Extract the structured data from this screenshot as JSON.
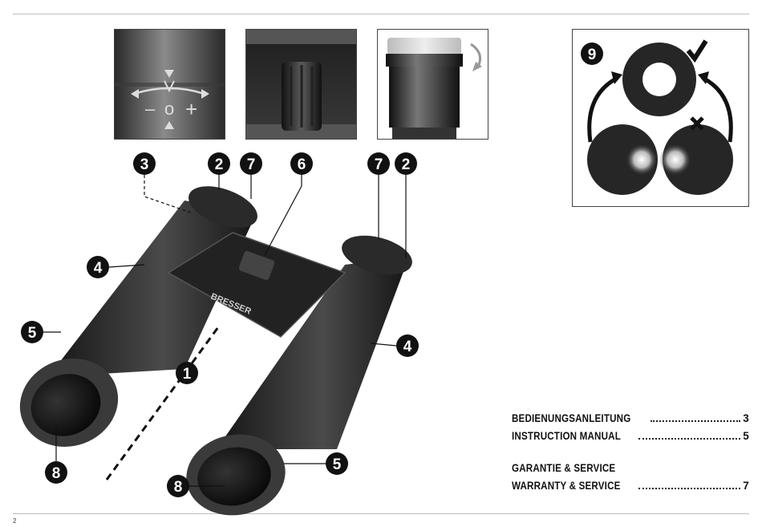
{
  "callouts": {
    "n1": "1",
    "n2": "2",
    "n3": "3",
    "n4": "4",
    "n5": "5",
    "n6": "6",
    "n7": "7",
    "n8": "8",
    "n9": "9"
  },
  "focus_dial": {
    "minus": "–",
    "center": "o",
    "plus": "+"
  },
  "brand_logo": "BRESSER",
  "toc": {
    "entries": [
      {
        "title": "BEDIENUNGSANLEITUNG",
        "page": "3"
      },
      {
        "title": "INSTRUCTION MANUAL",
        "page": "5"
      }
    ],
    "entries2": [
      {
        "title": "GARANTIE & SERVICE",
        "page": ""
      },
      {
        "title": "WARRANTY & SERVICE",
        "page": "7"
      }
    ]
  },
  "footer": {
    "page_number": "2"
  },
  "colors": {
    "callout": "#111111",
    "body": "#2b2b2b",
    "lens": "#0d0d0d",
    "rule": "#bdbdbd"
  }
}
